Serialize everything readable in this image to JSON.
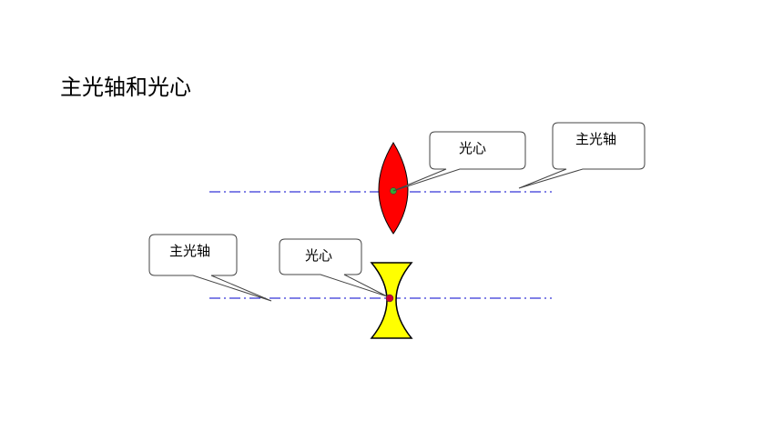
{
  "title": "主光轴和光心",
  "convex_lens": {
    "optical_center_label": "光心",
    "principal_axis_label": "主光轴",
    "fill": "#ff0000"
  },
  "concave_lens": {
    "optical_center_label": "光心",
    "principal_axis_label": "主光轴",
    "fill": "#ffff00"
  },
  "colors": {
    "axis_line": "#0000cc",
    "outline": "#000000",
    "callout_border": "#444444",
    "convex_center_dot": "#33aa33",
    "concave_center_dot": "#cc0033"
  }
}
